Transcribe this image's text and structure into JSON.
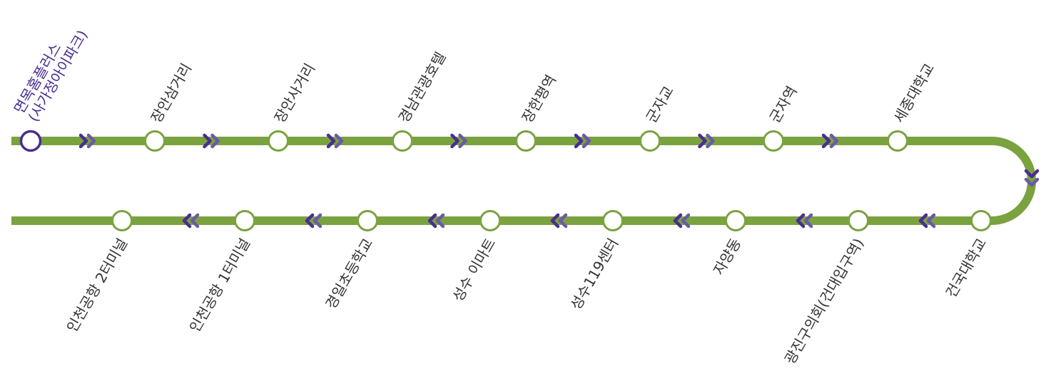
{
  "colors": {
    "line": "#7aa23f",
    "station_fill": "#ffffff",
    "current": "#4a2d91",
    "text": "#333333",
    "arrow_a": "#4a2d91",
    "arrow_b": "#6a5aa6"
  },
  "route": {
    "current_station": "면목홈플러스\n(사가정아이파크)",
    "upper_stations": [
      "면목홈플러스\n(사가정아이파크)",
      "장안삼거리",
      "장안사거리",
      "경남관광호텔",
      "장한평역",
      "군자교",
      "군자역",
      "세종대학교"
    ],
    "lower_stations": [
      "인천공항 2터미널",
      "인천공항 1터미널",
      "경일초등학교",
      "성수 이마트",
      "성수119센터",
      "자양동",
      "광진구의회(건대입구역)",
      "건국대학교"
    ],
    "direction_icons": [
      "chevron-right-icon",
      "chevron-down-icon",
      "chevron-left-icon"
    ]
  }
}
